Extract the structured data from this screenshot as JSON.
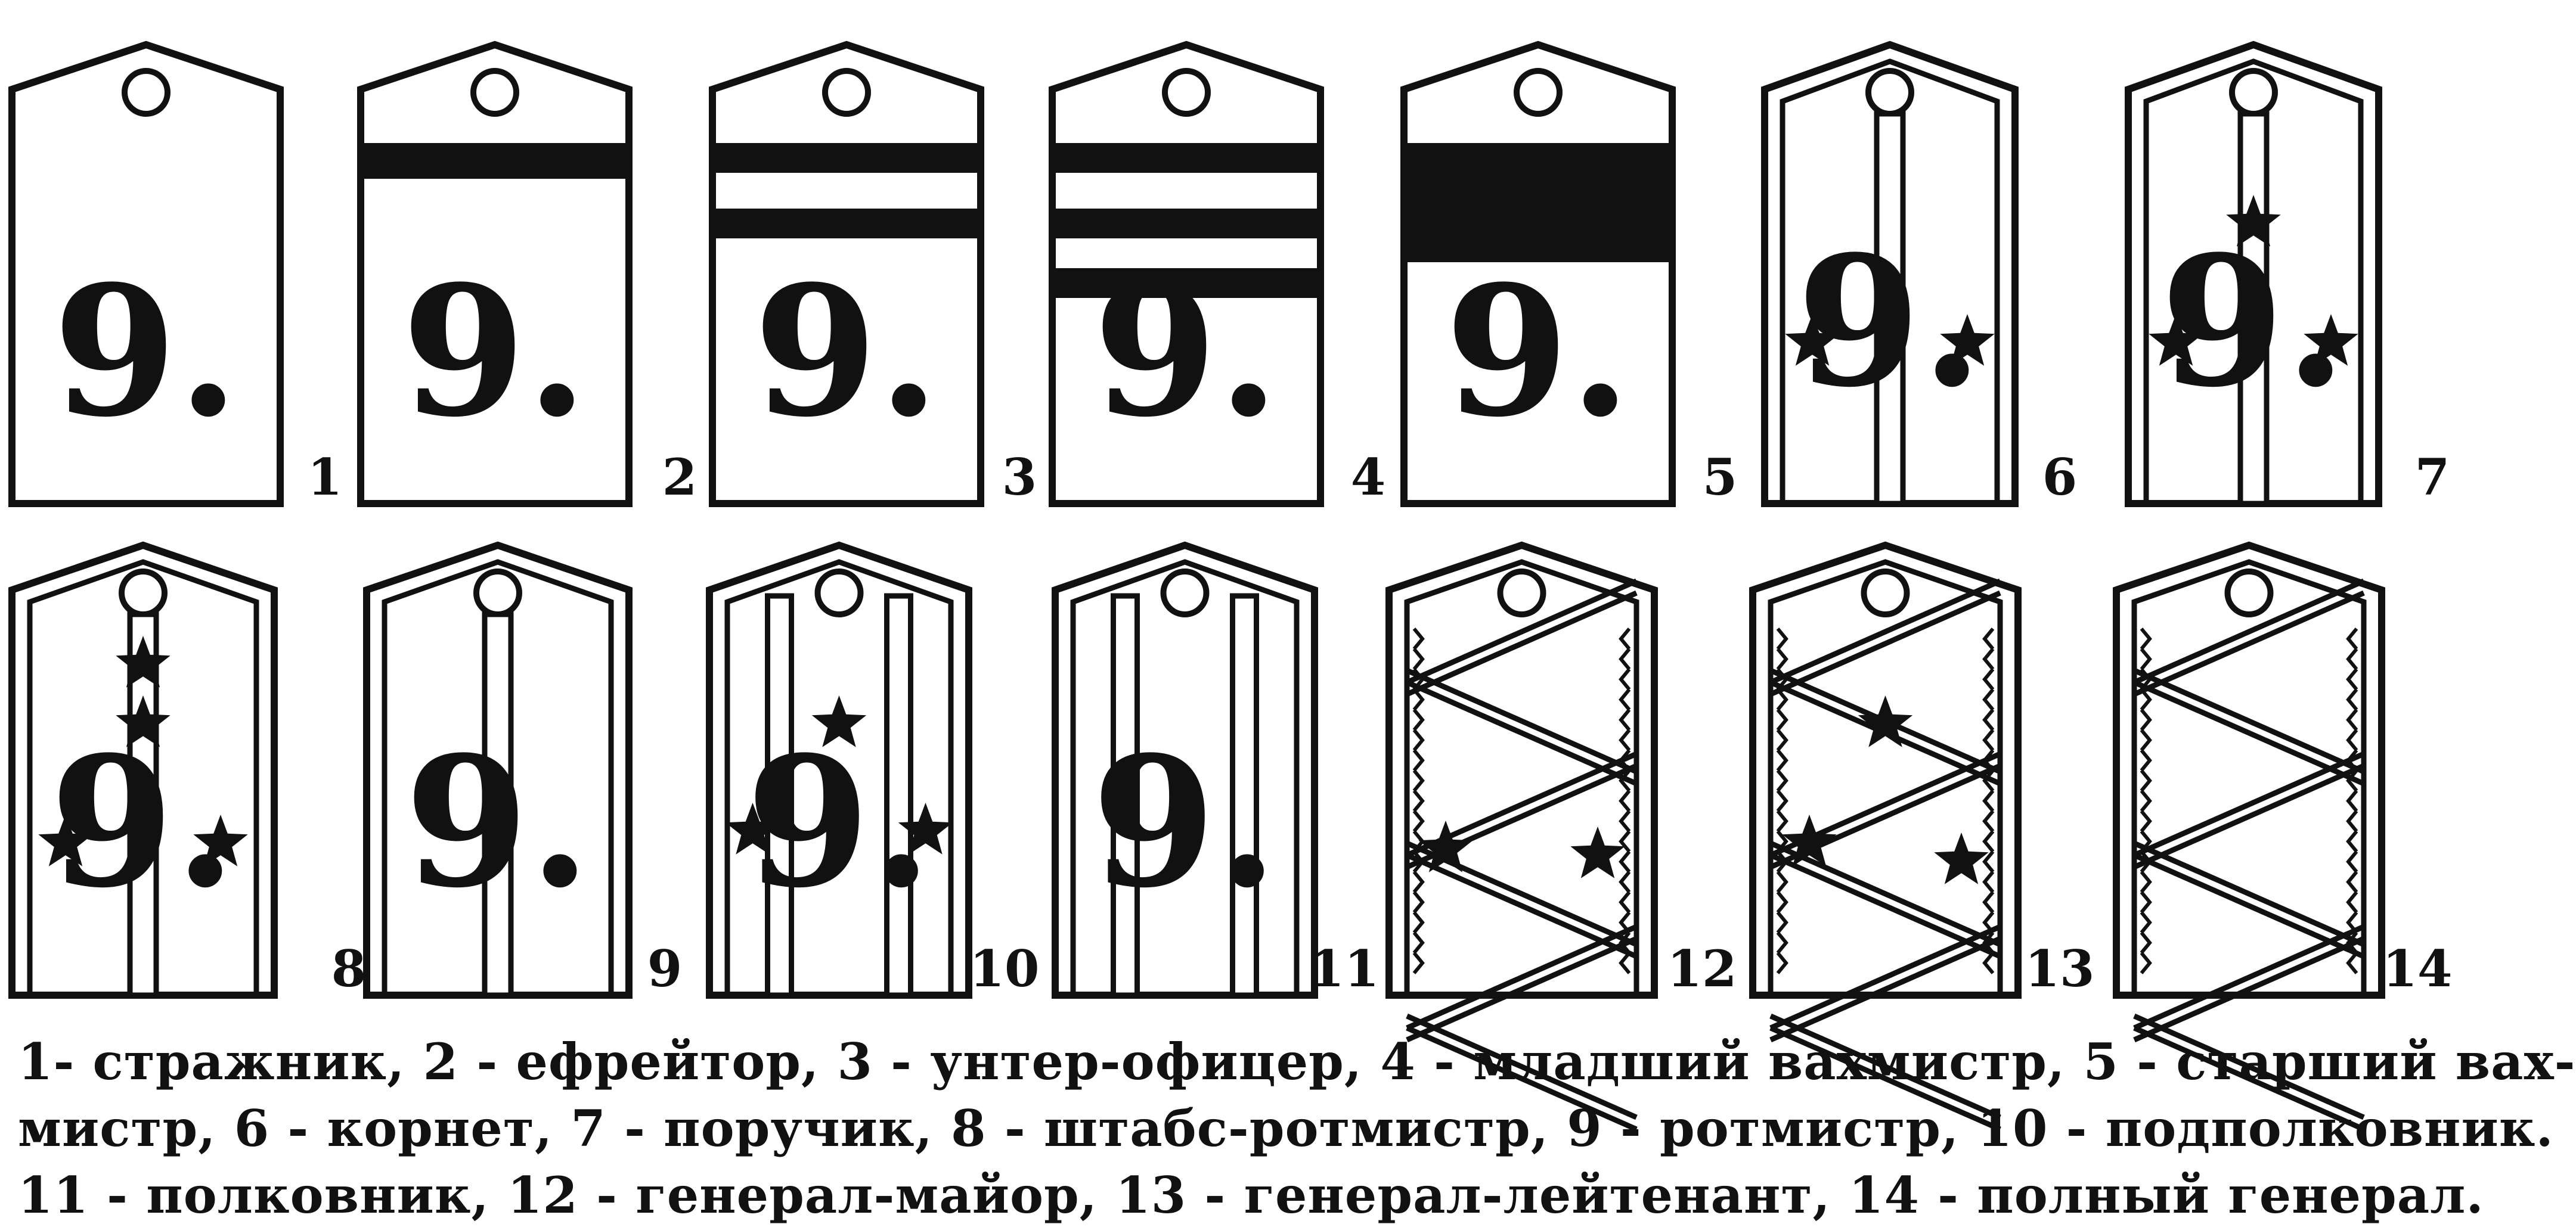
{
  "figure": {
    "board_marking": "9.",
    "ink_color": "#111111",
    "paper_color": "#ffffff",
    "items": [
      {
        "number": "1",
        "decoration": "plain",
        "bars": 0,
        "stars": 0
      },
      {
        "number": "2",
        "decoration": "bars",
        "bars": 1,
        "stars": 0
      },
      {
        "number": "3",
        "decoration": "bars",
        "bars": 2,
        "stars": 0
      },
      {
        "number": "4",
        "decoration": "bars",
        "bars": 3,
        "stars": 0
      },
      {
        "number": "5",
        "decoration": "wide-bar",
        "bars": 1,
        "stars": 0
      },
      {
        "number": "6",
        "decoration": "one-stripe",
        "bars": 0,
        "stars": 2
      },
      {
        "number": "7",
        "decoration": "one-stripe",
        "bars": 0,
        "stars": 3
      },
      {
        "number": "8",
        "decoration": "one-stripe",
        "bars": 0,
        "stars": 4
      },
      {
        "number": "9",
        "decoration": "one-stripe",
        "bars": 0,
        "stars": 0
      },
      {
        "number": "10",
        "decoration": "two-stripes",
        "bars": 0,
        "stars": 3
      },
      {
        "number": "11",
        "decoration": "two-stripes",
        "bars": 0,
        "stars": 0
      },
      {
        "number": "12",
        "decoration": "zigzag",
        "bars": 0,
        "stars": 2
      },
      {
        "number": "13",
        "decoration": "zigzag",
        "bars": 0,
        "stars": 3
      },
      {
        "number": "14",
        "decoration": "zigzag",
        "bars": 0,
        "stars": 0
      }
    ]
  },
  "caption": {
    "line1": "1- стражник, 2 - ефрейтор, 3 - унтер-офицер, 4 - младший вахмистр, 5 - старший вах-",
    "line2": "мистр, 6 - корнет, 7 - поручик, 8 - штабс-ротмистр, 9 - ротмистр, 10 - подполковник.",
    "line3": "11 - полковник, 12 - генерал-майор, 13 - генерал-лейтенант, 14 - полный генерал."
  }
}
